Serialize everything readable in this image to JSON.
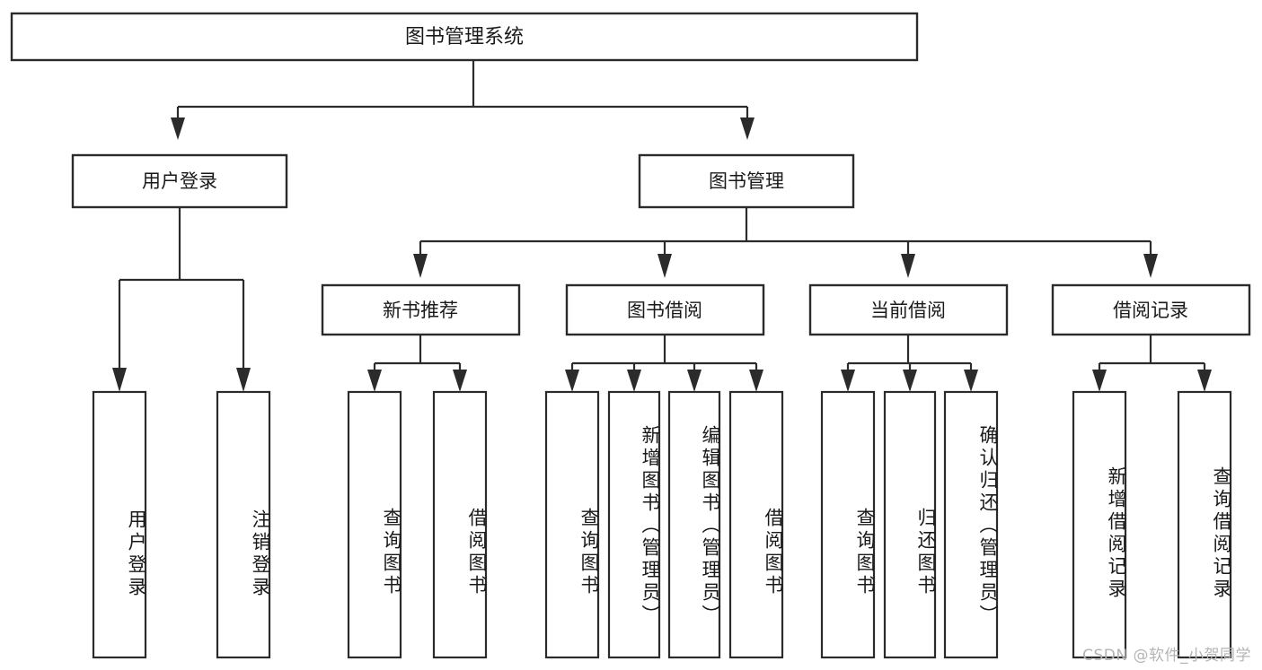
{
  "diagram": {
    "type": "tree-hierarchy",
    "title": "图书管理系统",
    "watermark": "CSDN @软件_小贺同学",
    "colors": {
      "stroke": "#2b2b2b",
      "fill": "#ffffff",
      "text": "#1a1a1a",
      "watermark": "#b4b4b4",
      "background": "#ffffff"
    },
    "root": {
      "label": "图书管理系统",
      "level": 0
    },
    "level1": [
      {
        "label": "用户登录",
        "level": 1
      },
      {
        "label": "图书管理",
        "level": 1
      }
    ],
    "level2": [
      {
        "label": "新书推荐",
        "parent": "图书管理"
      },
      {
        "label": "图书借阅",
        "parent": "图书管理"
      },
      {
        "label": "当前借阅",
        "parent": "图书管理"
      },
      {
        "label": "借阅记录",
        "parent": "图书管理"
      }
    ],
    "leaves": [
      {
        "label": "用户登录",
        "parent": "用户登录"
      },
      {
        "label": "注销登录",
        "parent": "用户登录"
      },
      {
        "label": "查询图书",
        "parent": "新书推荐"
      },
      {
        "label": "借阅图书",
        "parent": "新书推荐"
      },
      {
        "label": "查询图书",
        "parent": "图书借阅"
      },
      {
        "label": "新增图书（管理员）",
        "parent": "图书借阅"
      },
      {
        "label": "编辑图书（管理员）",
        "parent": "图书借阅"
      },
      {
        "label": "借阅图书",
        "parent": "图书借阅"
      },
      {
        "label": "查询图书",
        "parent": "当前借阅"
      },
      {
        "label": "归还图书",
        "parent": "当前借阅"
      },
      {
        "label": "确认归还（管理员）",
        "parent": "当前借阅"
      },
      {
        "label": "新增借阅记录",
        "parent": "借阅记录"
      },
      {
        "label": "查询借阅记录",
        "parent": "借阅记录"
      }
    ]
  }
}
